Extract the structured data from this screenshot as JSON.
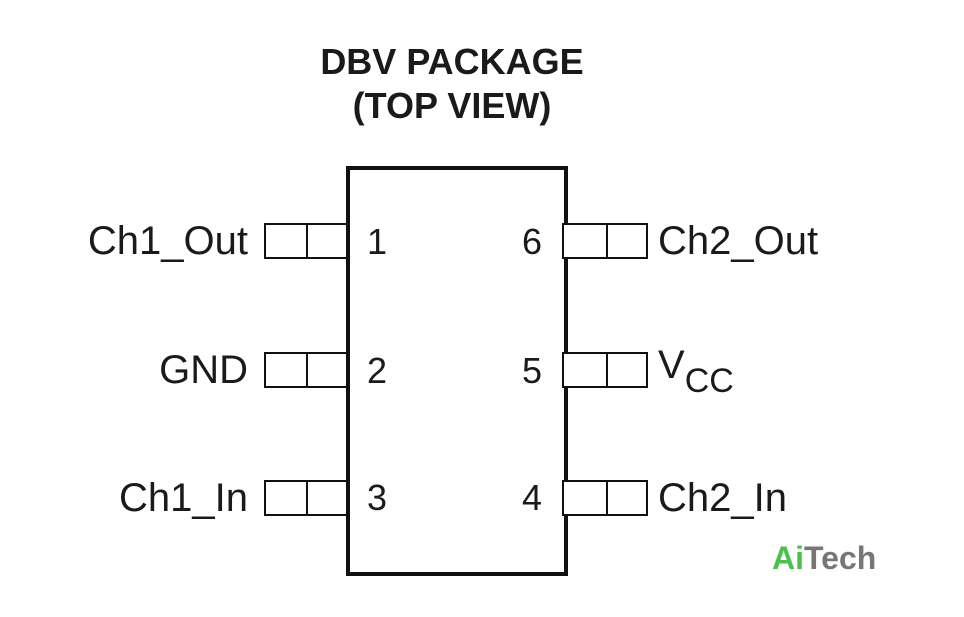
{
  "title_line1": "DBV PACKAGE",
  "title_line2": "(TOP VIEW)",
  "pins": {
    "p1": {
      "number": "1",
      "label": "Ch1_Out"
    },
    "p2": {
      "number": "2",
      "label": "GND"
    },
    "p3": {
      "number": "3",
      "label": "Ch1_In"
    },
    "p4": {
      "number": "4",
      "label": "Ch2_In"
    },
    "p5": {
      "number": "5",
      "label_main": "V",
      "label_sub": "CC"
    },
    "p6": {
      "number": "6",
      "label": "Ch2_Out"
    }
  },
  "logo": {
    "part1": "Ai",
    "part2": "Tech"
  }
}
